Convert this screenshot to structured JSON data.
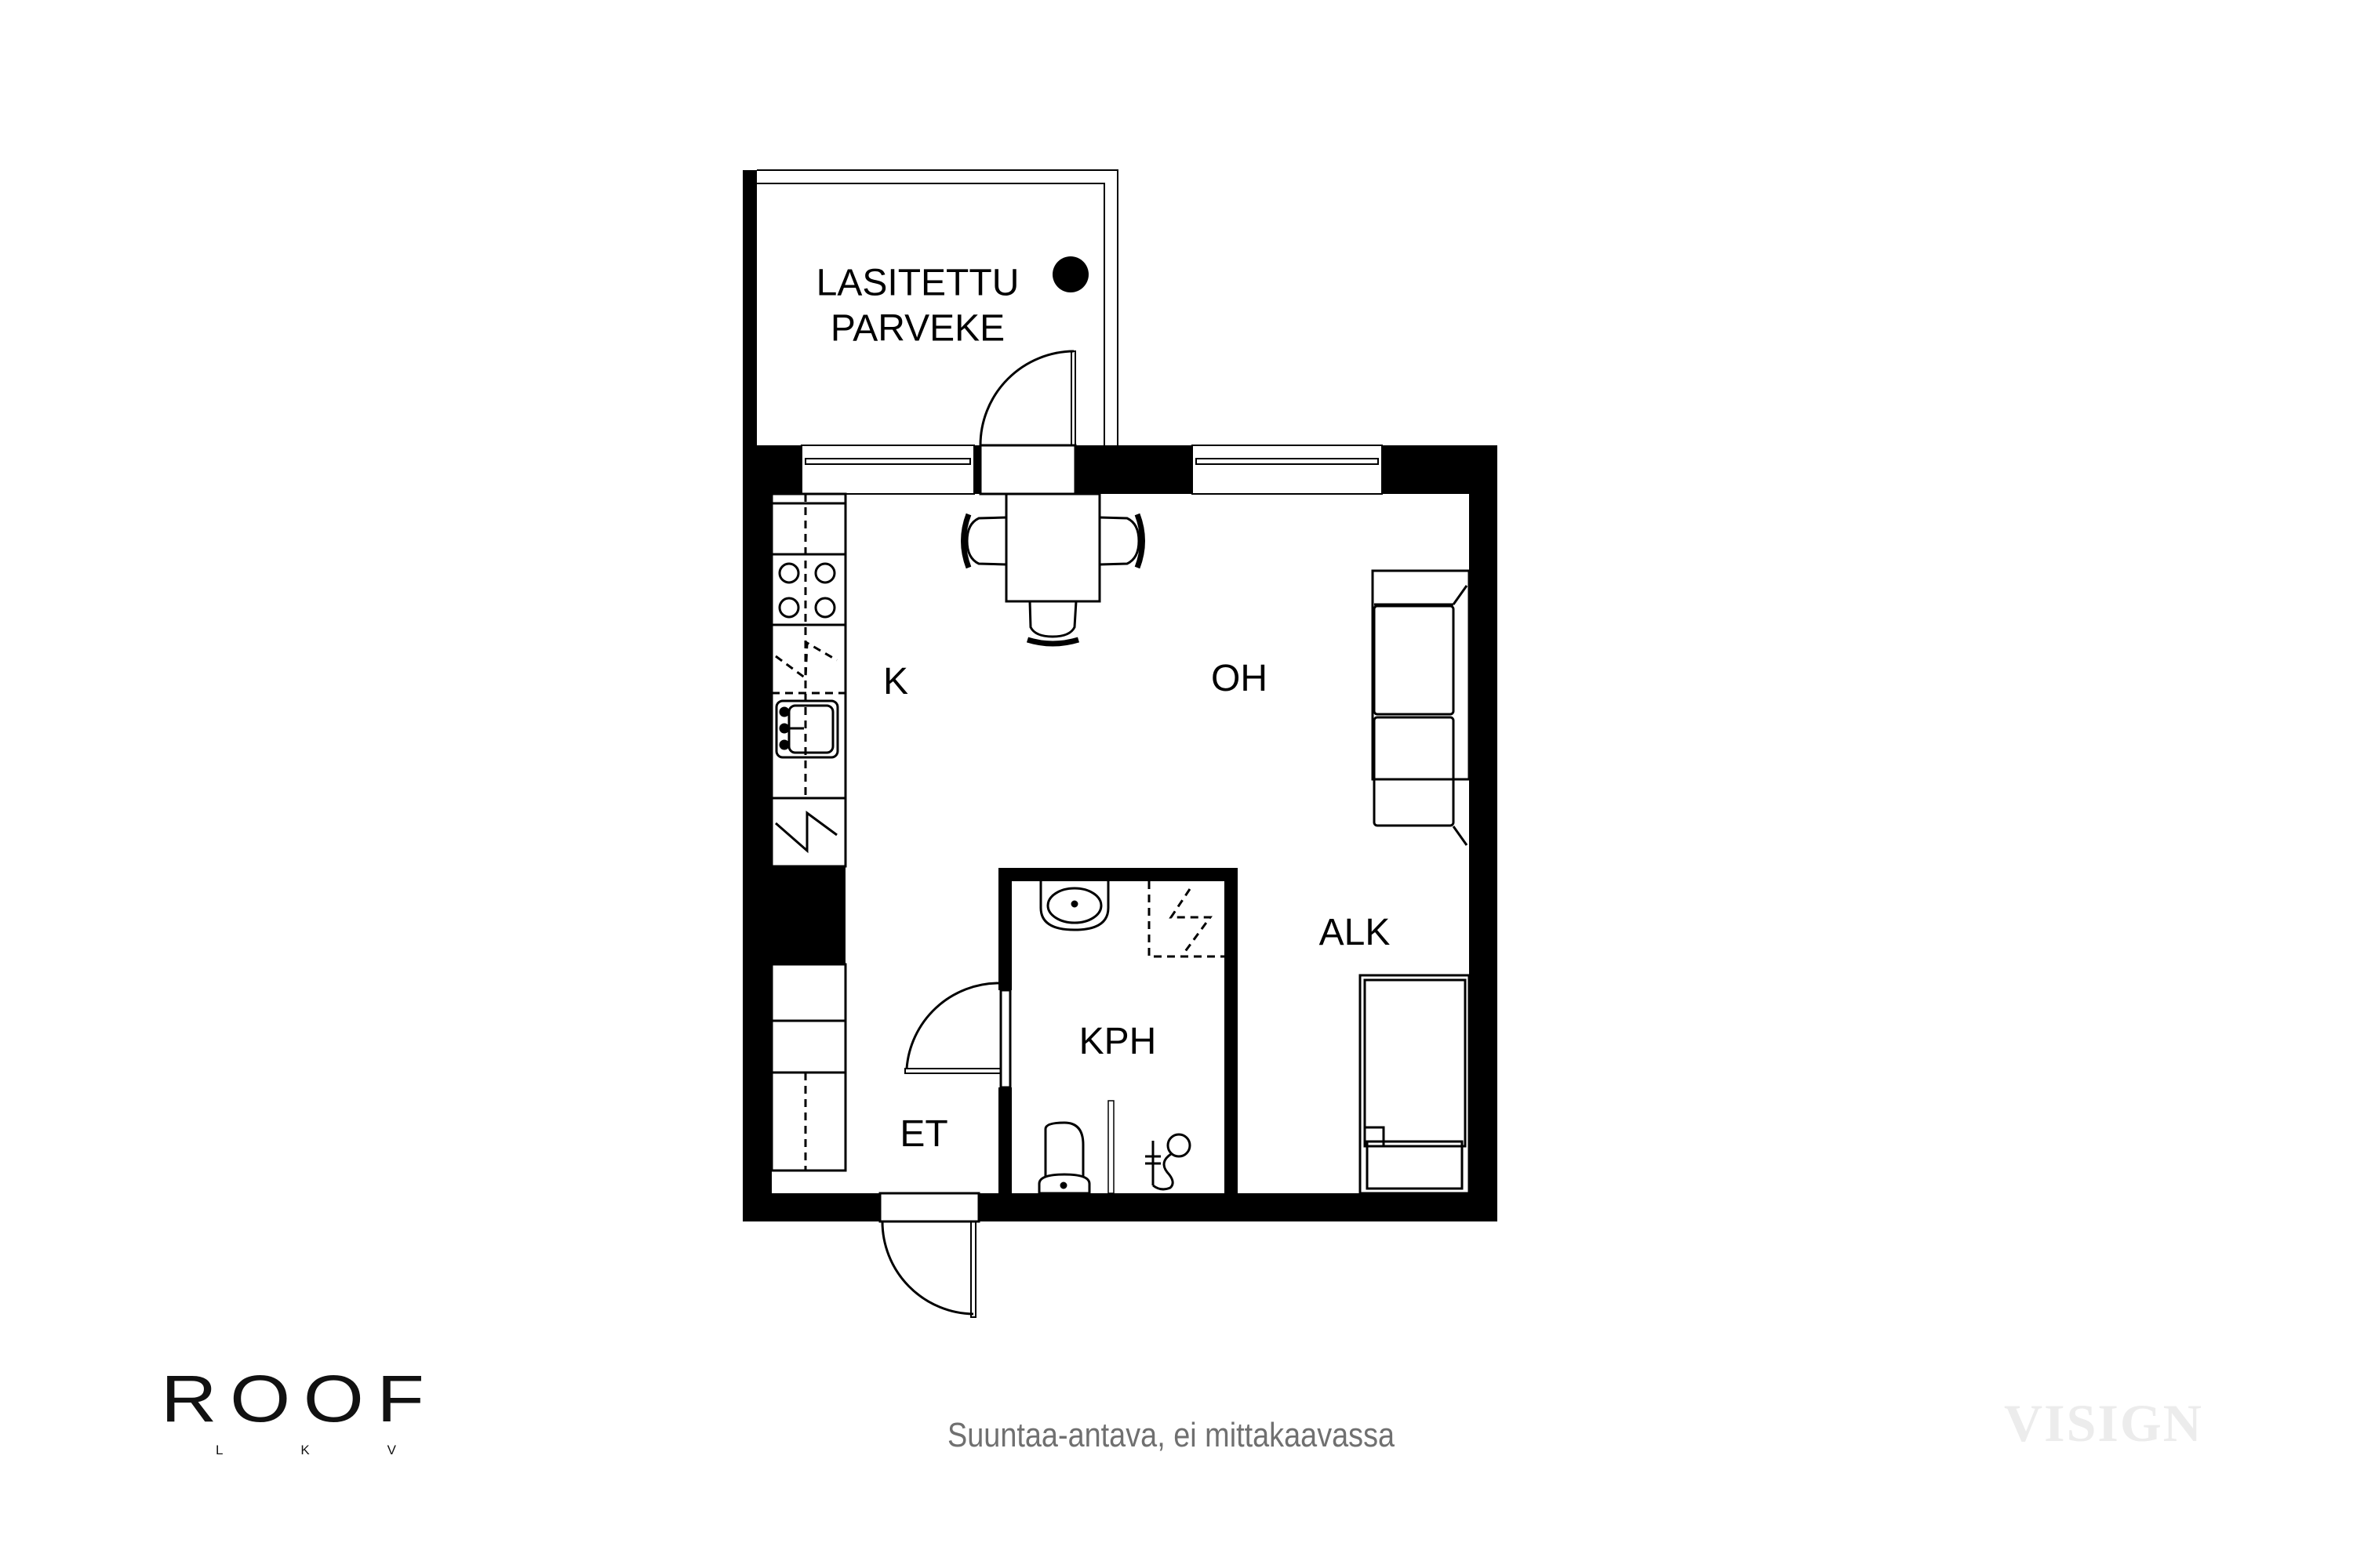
{
  "plan": {
    "rooms": {
      "balcony": {
        "line1": "LASITETTU",
        "line2": "PARVEKE"
      },
      "kitchen": "K",
      "living_room": "OH",
      "sleeping_alcove": "ALK",
      "bathroom": "KPH",
      "entrance_hall": "ET"
    },
    "colors": {
      "wall": "#000000",
      "background": "#ffffff"
    }
  },
  "footer": {
    "logo": {
      "main": "ROOF",
      "sub": [
        "L",
        "K",
        "V"
      ]
    },
    "disclaimer": "Suuntaa-antava, ei mittakaavassa",
    "watermark": "VISIGN",
    "disclaimer_color": "#707070",
    "watermark_color": "#ececec"
  }
}
